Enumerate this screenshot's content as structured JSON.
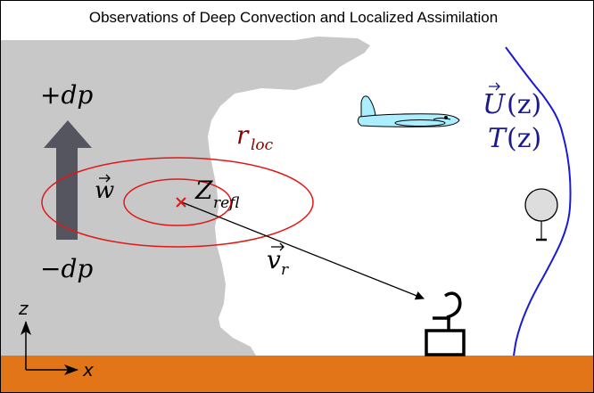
{
  "title": "Observations of Deep Convection and Localized Assimilation",
  "labels": {
    "plus_dp": "+dp",
    "minus_dp": "−dp",
    "w": "w",
    "r": "r",
    "r_sub": "loc",
    "z_refl": "Z",
    "z_refl_sub": "refl",
    "v": "v",
    "v_sub": "r",
    "U": "U",
    "U_arg": "(z)",
    "T": "T",
    "T_arg": "(z)",
    "axis_z": "z",
    "axis_x": "x"
  },
  "colors": {
    "cloud": "#c8c8c8",
    "ground": "#e27518",
    "rings": "#e01818",
    "r_loc_text": "#8b0000",
    "profile": "#1a1ad6",
    "profile_text": "#1a1a8c",
    "updraft_arrow": "#555560",
    "aircraft": "#aaeeff",
    "balloon": "#dddddd",
    "marker": "#e01818"
  },
  "icons": {
    "aircraft": "aircraft-icon",
    "balloon": "radiosonde-balloon-icon",
    "radar": "radar-dish-icon"
  }
}
